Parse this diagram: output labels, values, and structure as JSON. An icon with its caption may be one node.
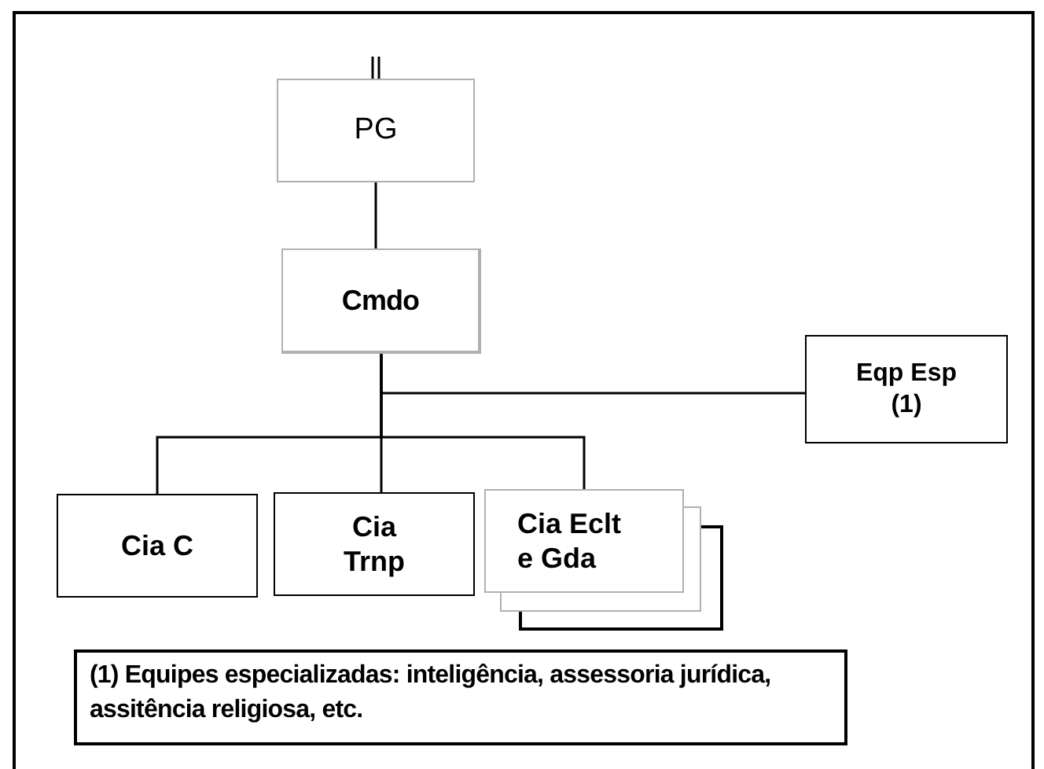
{
  "diagram": {
    "nodes": [
      {
        "text": [
          "PG"
        ]
      },
      {
        "text": [
          "Cmdo"
        ]
      },
      {
        "text": [
          "Eqp Esp (1)"
        ]
      },
      {
        "text": [
          "Cia C"
        ]
      },
      {
        "text": [
          "Cia Trnp"
        ]
      },
      {
        "text": [
          "Cia Eclt e Gda"
        ]
      }
    ],
    "edges": [
      {
        "from": null,
        "to": 0,
        "arrow": "none"
      },
      {
        "from": 0,
        "to": 1,
        "arrow": "none"
      },
      {
        "from": 1,
        "to": 2,
        "arrow": "none"
      },
      {
        "from": 1,
        "to": 3,
        "arrow": "none"
      },
      {
        "from": 1,
        "to": 4,
        "arrow": "none"
      },
      {
        "from": 1,
        "to": 5,
        "arrow": "none"
      }
    ],
    "labels": [
      "(1) Equipes especializadas: inteligência, assessoria jurídica, assitência religiosa, etc."
    ]
  }
}
